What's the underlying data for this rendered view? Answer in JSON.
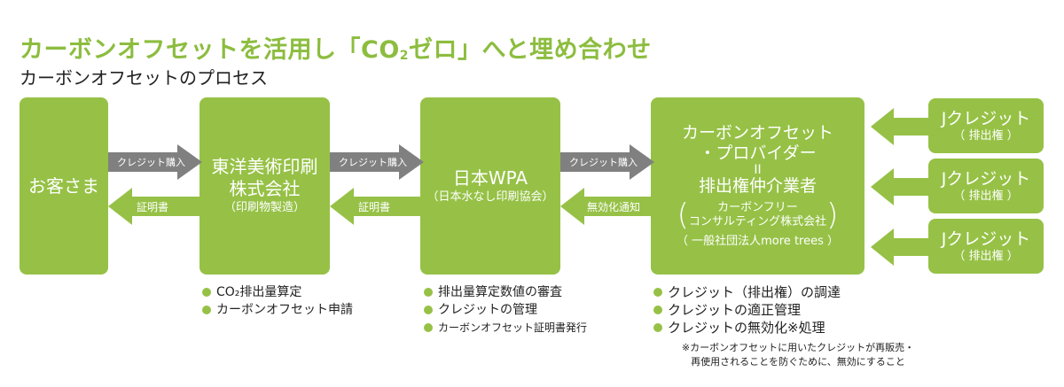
{
  "header": {
    "title_part1": "カーボンオフセットを活用し「CO",
    "title_sub": "2",
    "title_part2": "ゼロ」へと埋め合わせ",
    "subtitle": "カーボンオフセットのプロセス"
  },
  "colors": {
    "green": "#96c146",
    "title_green": "#8cbd3f",
    "gray_arrow": "#808080"
  },
  "nodes": {
    "customer": {
      "label": "お客さま"
    },
    "toyo": {
      "line1": "東洋美術印刷",
      "line2": "株式会社",
      "sub": "（印刷物製造）"
    },
    "wpa": {
      "label": "日本WPA",
      "sub": "（日本水なし印刷協会）"
    },
    "provider": {
      "line1": "カーボンオフセット",
      "line2": "・プロバイダー",
      "eq": "II",
      "line3": "排出権仲介業者",
      "paren_open": "(",
      "paren_close": ")",
      "company1": "カーボンフリー",
      "company2": "コンサルティング株式会社",
      "org": "（ 一般社団法人more trees ）"
    },
    "jcredits": [
      {
        "title": "Jクレジット",
        "sub": "（ 排出権 ）"
      },
      {
        "title": "Jクレジット",
        "sub": "（ 排出権 ）"
      },
      {
        "title": "Jクレジット",
        "sub": "（ 排出権 ）"
      }
    ]
  },
  "arrows": {
    "buy1": "クレジット購入",
    "cert1": "証明書",
    "buy2": "クレジット購入",
    "cert2": "証明書",
    "buy3": "クレジット購入",
    "invalidate": "無効化通知"
  },
  "roles": {
    "toyo": [
      "CO₂排出量算定",
      "カーボンオフセット申請"
    ],
    "wpa": [
      "排出量算定数値の審査",
      "クレジットの管理",
      "カーボンオフセット証明書発行"
    ],
    "provider": [
      "クレジット（排出権）の調達",
      "クレジットの適正管理",
      "クレジットの無効化※処理"
    ]
  },
  "note": {
    "line1": "※カーボンオフセットに用いたクレジットが再販売・",
    "line2": "再使用されることを防ぐために、無効にすること"
  }
}
